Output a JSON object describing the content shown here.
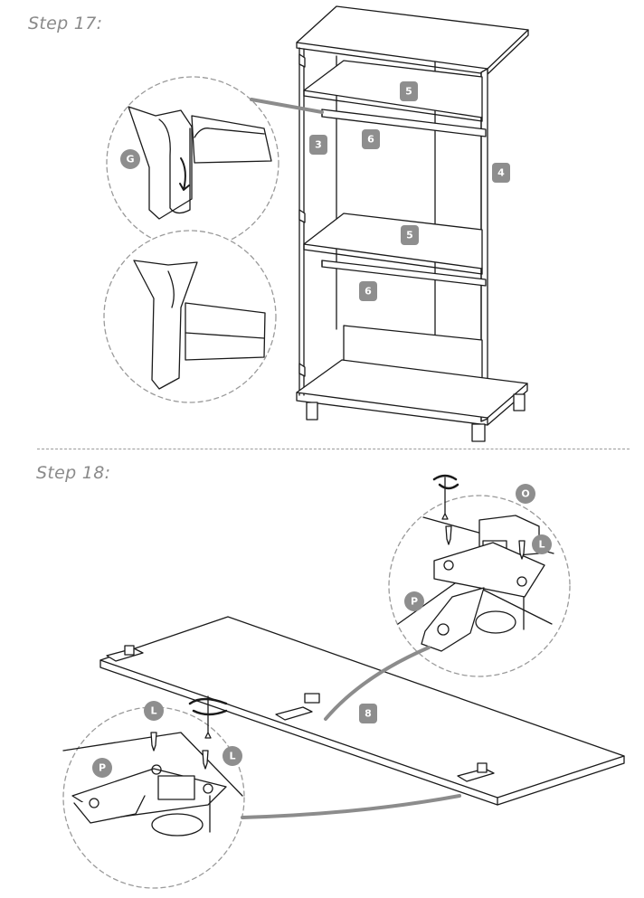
{
  "steps": [
    {
      "title": "Step 17:"
    },
    {
      "title": "Step 18:"
    }
  ],
  "part_labels": {
    "top_shelf": "5",
    "lower_shelf": "5",
    "left_side": "3",
    "right_side": "4",
    "top_rail": "6",
    "lower_rail": "6",
    "rail_bracket_detail": "G",
    "door": "8",
    "screwdriver_detail": "O",
    "screw_right": "L",
    "hinge_right": "P",
    "screw_left_top": "L",
    "screw_left_side": "L",
    "hinge_left": "P"
  },
  "colors": {
    "line": "#1a1a1a",
    "badge": "#8e8e8e",
    "dashed_circle": "#9a9a9a",
    "pointer": "#8c8c8c"
  },
  "icons": [
    "screwdriver-rotate-icon",
    "screwdriver-rotate-icon"
  ]
}
